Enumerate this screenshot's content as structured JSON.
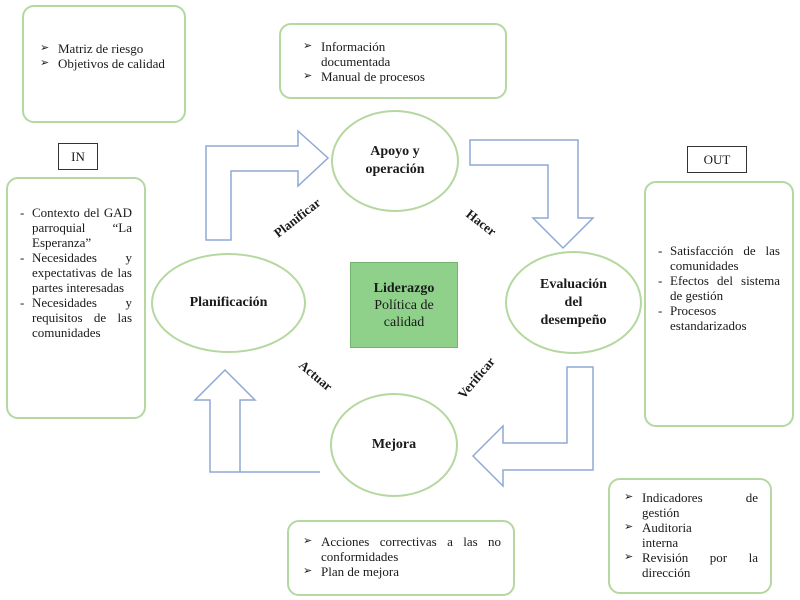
{
  "top_left_box": {
    "items": [
      "Matriz de riesgo",
      "Objetivos de calidad"
    ]
  },
  "top_center_box": {
    "items": [
      "Información documentada",
      "Manual de procesos"
    ]
  },
  "in_label": "IN",
  "out_label": "OUT",
  "in_box": {
    "items": [
      "Contexto del GAD parroquial “La Esperanza”",
      "Necesidades y expectativas de las partes interesadas",
      "Necesidades y requisitos de las comunidades"
    ]
  },
  "out_box": {
    "items": [
      "Satisfacción de las comunidades",
      "Efectos del sistema de gestión",
      "Procesos estandarizados"
    ]
  },
  "circles": {
    "apoyo": [
      "Apoyo y",
      "operación"
    ],
    "planificacion": "Planificación",
    "evaluacion": [
      "Evaluación",
      "del",
      "desempeño"
    ],
    "mejora": "Mejora"
  },
  "center": {
    "title": "Liderazgo",
    "line1": "Política de",
    "line2": "calidad"
  },
  "cycle": {
    "planificar": "Planificar",
    "hacer": "Hacer",
    "verificar": "Verificar",
    "actuar": "Actuar"
  },
  "bottom_center_box": {
    "items": [
      "Acciones correctivas a las no conformidades",
      "Plan de mejora"
    ]
  },
  "bottom_right_box": {
    "items": [
      "Indicadores de gestión",
      "Auditoria interna",
      "Revisión por la dirección"
    ]
  },
  "colors": {
    "border": "#b5d7a0",
    "arrow": "#8fa9d6",
    "center_fill": "#8fd08a"
  }
}
